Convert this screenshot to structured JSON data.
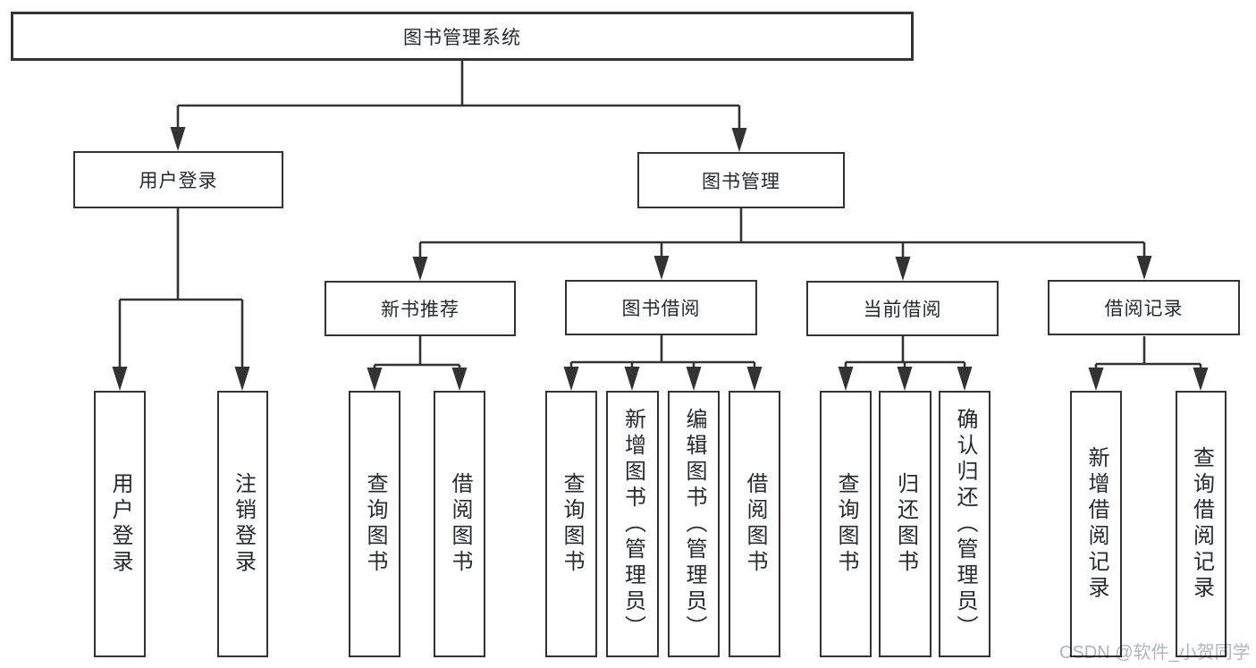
{
  "diagram_title": "图书管理系统",
  "nodes": {
    "root": "图书管理系统",
    "user_login": "用户登录",
    "book_mgmt": "图书管理",
    "new_book_rec": "新书推荐",
    "book_borrow": "图书借阅",
    "current_borrow": "当前借阅",
    "borrow_records": "借阅记录",
    "leaves": {
      "user_login_v": "用户登录",
      "logout": "注销登录",
      "rec_query_book": "查询图书",
      "rec_borrow_book": "借阅图书",
      "bb_query_book": "查询图书",
      "bb_add_book": "新增图书（管理员）",
      "bb_edit_book": "编辑图书（管理员）",
      "bb_borrow_book": "借阅图书",
      "cb_query_book": "查询图书",
      "cb_return_book": "归还图书",
      "cb_confirm_return": "确认归还（管理员）",
      "br_add_record": "新增借阅记录",
      "br_query_record": "查询借阅记录"
    }
  },
  "hierarchy": {
    "图书管理系统": {
      "用户登录": [
        "用户登录",
        "注销登录"
      ],
      "图书管理": {
        "新书推荐": [
          "查询图书",
          "借阅图书"
        ],
        "图书借阅": [
          "查询图书",
          "新增图书（管理员）",
          "编辑图书（管理员）",
          "借阅图书"
        ],
        "当前借阅": [
          "查询图书",
          "归还图书",
          "确认归还（管理员）"
        ],
        "借阅记录": [
          "新增借阅记录",
          "查询借阅记录"
        ]
      }
    }
  },
  "watermark": "CSDN @软件_小贺同学",
  "colors": {
    "line": "#333333",
    "text": "#26292e",
    "watermark": "#b1b4b9",
    "page_background": "#ffffff",
    "box_background": "#ffffff"
  }
}
